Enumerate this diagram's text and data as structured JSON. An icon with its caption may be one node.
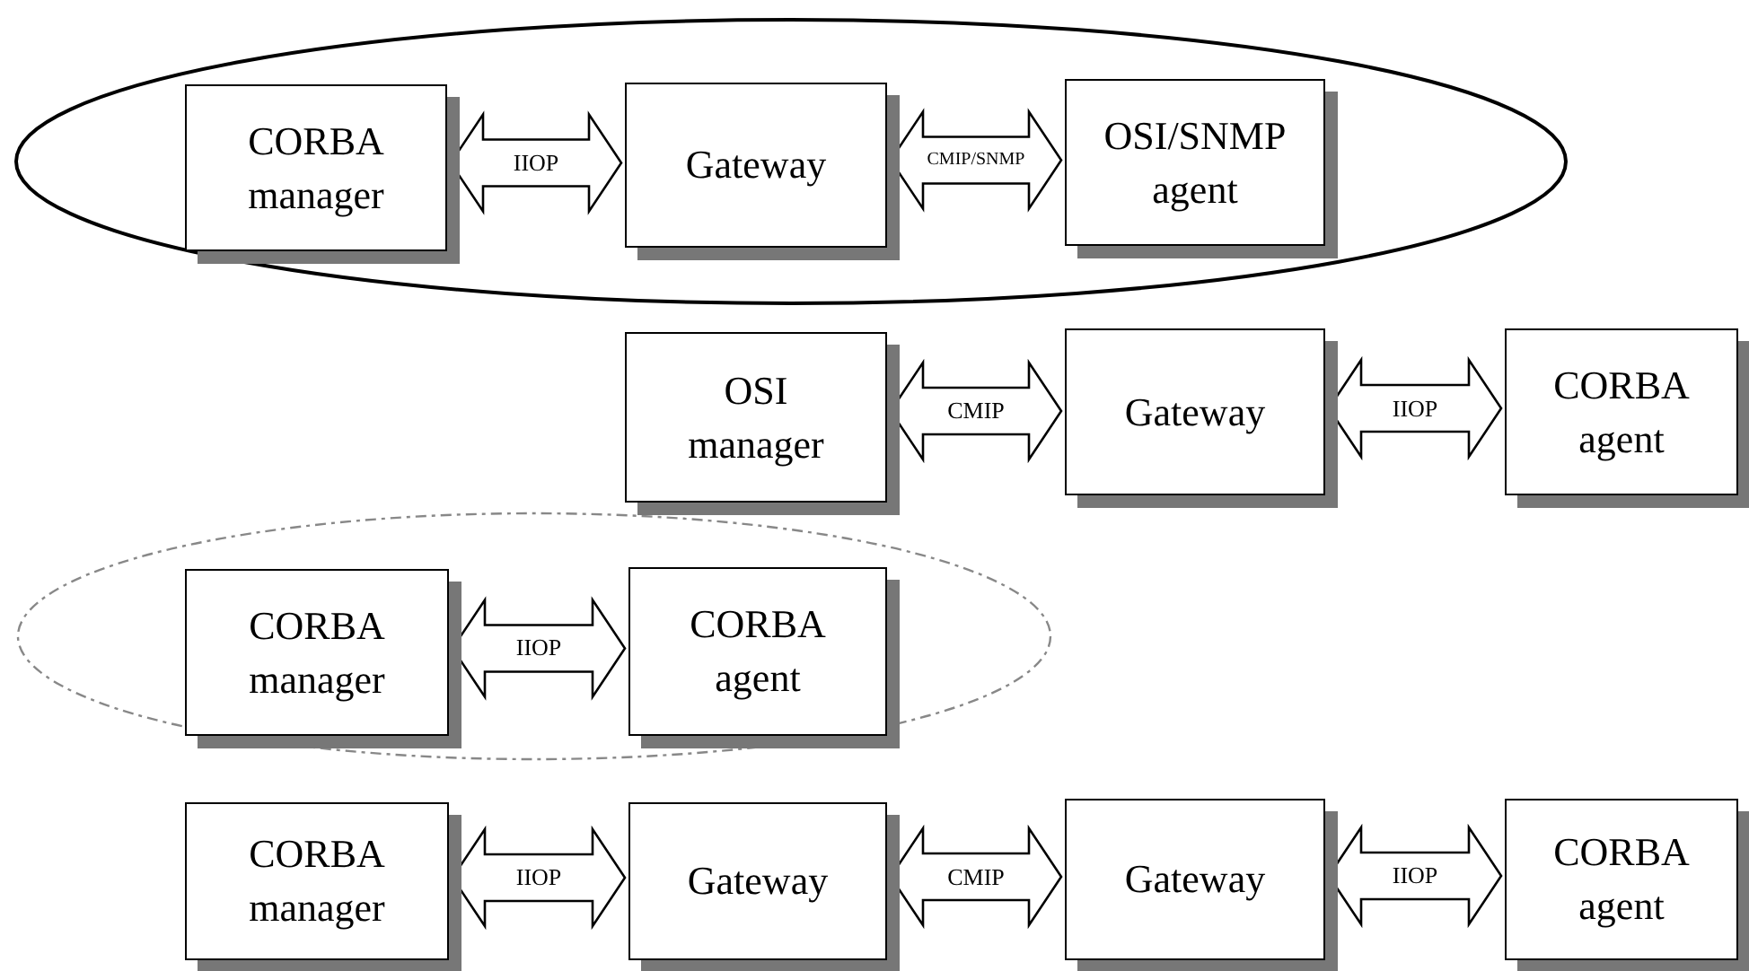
{
  "diagram": {
    "nodes": [
      {
        "text": [],
        "shape": "ellipse"
      },
      {
        "text": [
          "CORBA manager"
        ],
        "in": 0
      },
      {
        "text": [
          "Gateway"
        ],
        "in": 0
      },
      {
        "text": [
          "OSI/SNMP agent"
        ],
        "in": 0
      },
      {
        "text": [
          "OSI manager"
        ]
      },
      {
        "text": [
          "Gateway"
        ]
      },
      {
        "text": [
          "CORBA agent"
        ]
      },
      {
        "text": [],
        "shape": "ellipse"
      },
      {
        "text": [
          "CORBA manager"
        ],
        "in": 7
      },
      {
        "text": [
          "CORBA agent"
        ],
        "in": 7
      },
      {
        "text": [
          "CORBA manager"
        ]
      },
      {
        "text": [
          "Gateway"
        ]
      },
      {
        "text": [
          "Gateway"
        ]
      },
      {
        "text": [
          "CORBA agent"
        ]
      }
    ],
    "edges": [
      {
        "from": 1,
        "to": 2,
        "arrow": "both",
        "label": "IIOP"
      },
      {
        "from": 2,
        "to": 3,
        "arrow": "both",
        "label": "CMIP/SNMP"
      },
      {
        "from": 4,
        "to": 5,
        "arrow": "both",
        "label": "CMIP"
      },
      {
        "from": 5,
        "to": 6,
        "arrow": "both",
        "label": "IIOP"
      },
      {
        "from": 8,
        "to": 9,
        "arrow": "both",
        "label": "IIOP"
      },
      {
        "from": 10,
        "to": 11,
        "arrow": "both",
        "label": "IIOP"
      },
      {
        "from": 11,
        "to": 12,
        "arrow": "both",
        "label": "CMIP"
      },
      {
        "from": 12,
        "to": 13,
        "arrow": "both",
        "label": "IIOP"
      }
    ]
  }
}
